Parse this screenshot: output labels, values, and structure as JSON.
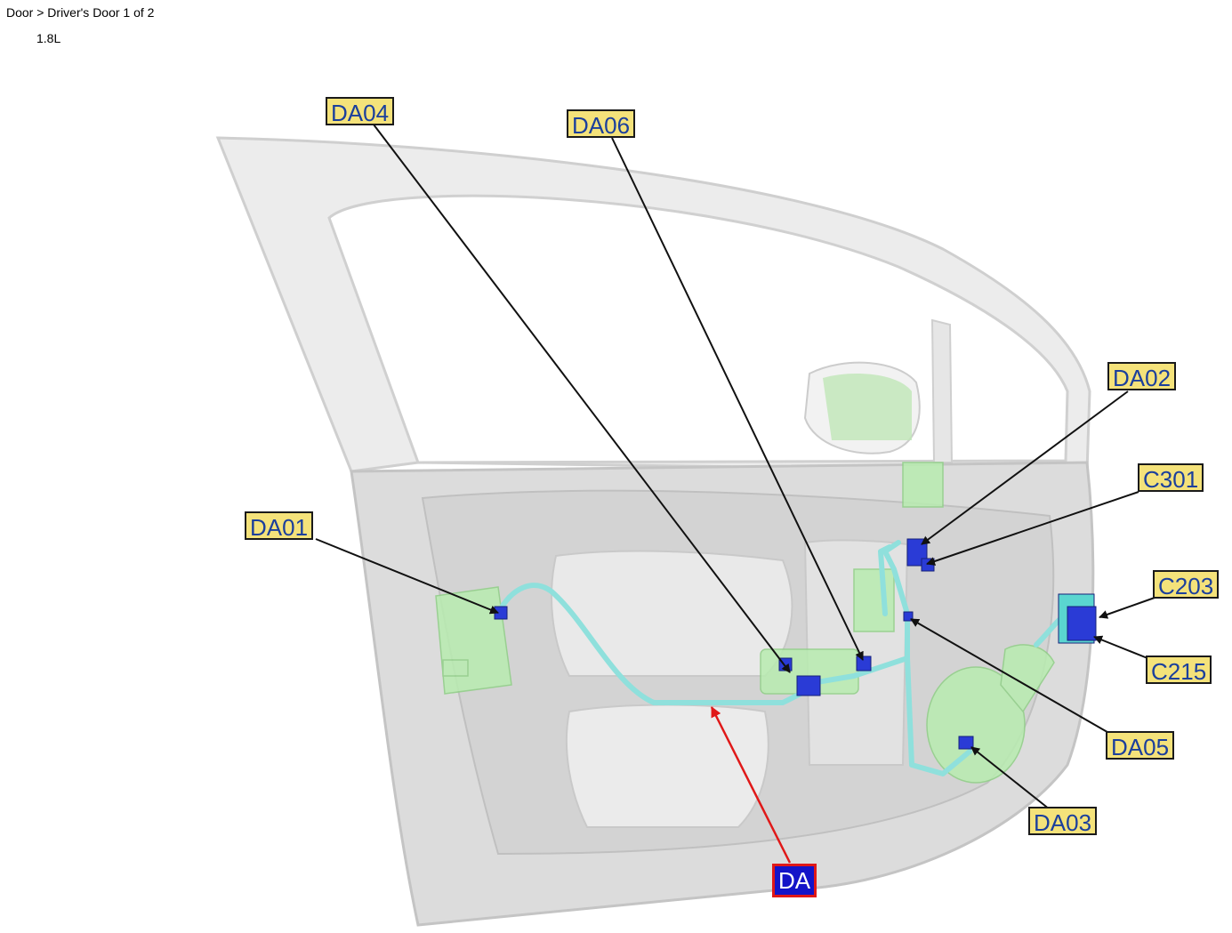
{
  "header": {
    "breadcrumb": "Door > Driver's Door 1 of 2",
    "subtitle": "1.8L"
  },
  "diagram": {
    "callouts": [
      {
        "id": "DA04",
        "label": "DA04"
      },
      {
        "id": "DA06",
        "label": "DA06"
      },
      {
        "id": "DA02",
        "label": "DA02"
      },
      {
        "id": "C301",
        "label": "C301"
      },
      {
        "id": "DA01",
        "label": "DA01"
      },
      {
        "id": "C203",
        "label": "C203"
      },
      {
        "id": "C215",
        "label": "C215"
      },
      {
        "id": "DA05",
        "label": "DA05"
      },
      {
        "id": "DA03",
        "label": "DA03"
      },
      {
        "id": "DA",
        "label": "DA"
      }
    ],
    "colors": {
      "callout_bg": "#f4e27a",
      "callout_text": "#1b3f9c",
      "main_bg": "#1414c8",
      "main_border": "#e01818",
      "harness": "#8fe0dc",
      "connector": "#2a3bd6",
      "component": "#b8ecb0",
      "door": "#e4e4e4"
    }
  }
}
